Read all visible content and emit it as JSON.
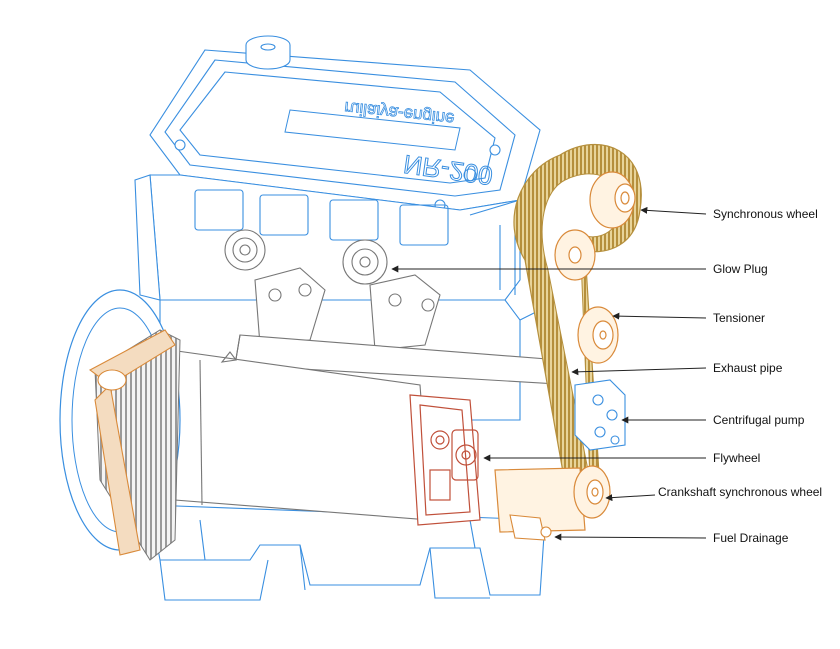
{
  "engine": {
    "model": "NR-200",
    "brand": "ruilaiya-engine"
  },
  "labels": {
    "synchronous_wheel": "Synchronous wheel",
    "glow_plug": "Glow Plug",
    "tensioner": "Tensioner",
    "exhaust_pipe": "Exhaust pipe",
    "centrifugal_pump": "Centrifugal pump",
    "flywheel": "Flywheel",
    "crankshaft_synchronous_wheel": "Crankshaft synchronous wheel",
    "fuel_drainage": "Fuel Drainage"
  },
  "colors": {
    "engine_line": "#3a8fe0",
    "component_line": "#d98a3a",
    "belt_fill": "#c9a860",
    "flywheel_line": "#c0503a",
    "leader": "#222222",
    "gray_line": "#777777"
  }
}
